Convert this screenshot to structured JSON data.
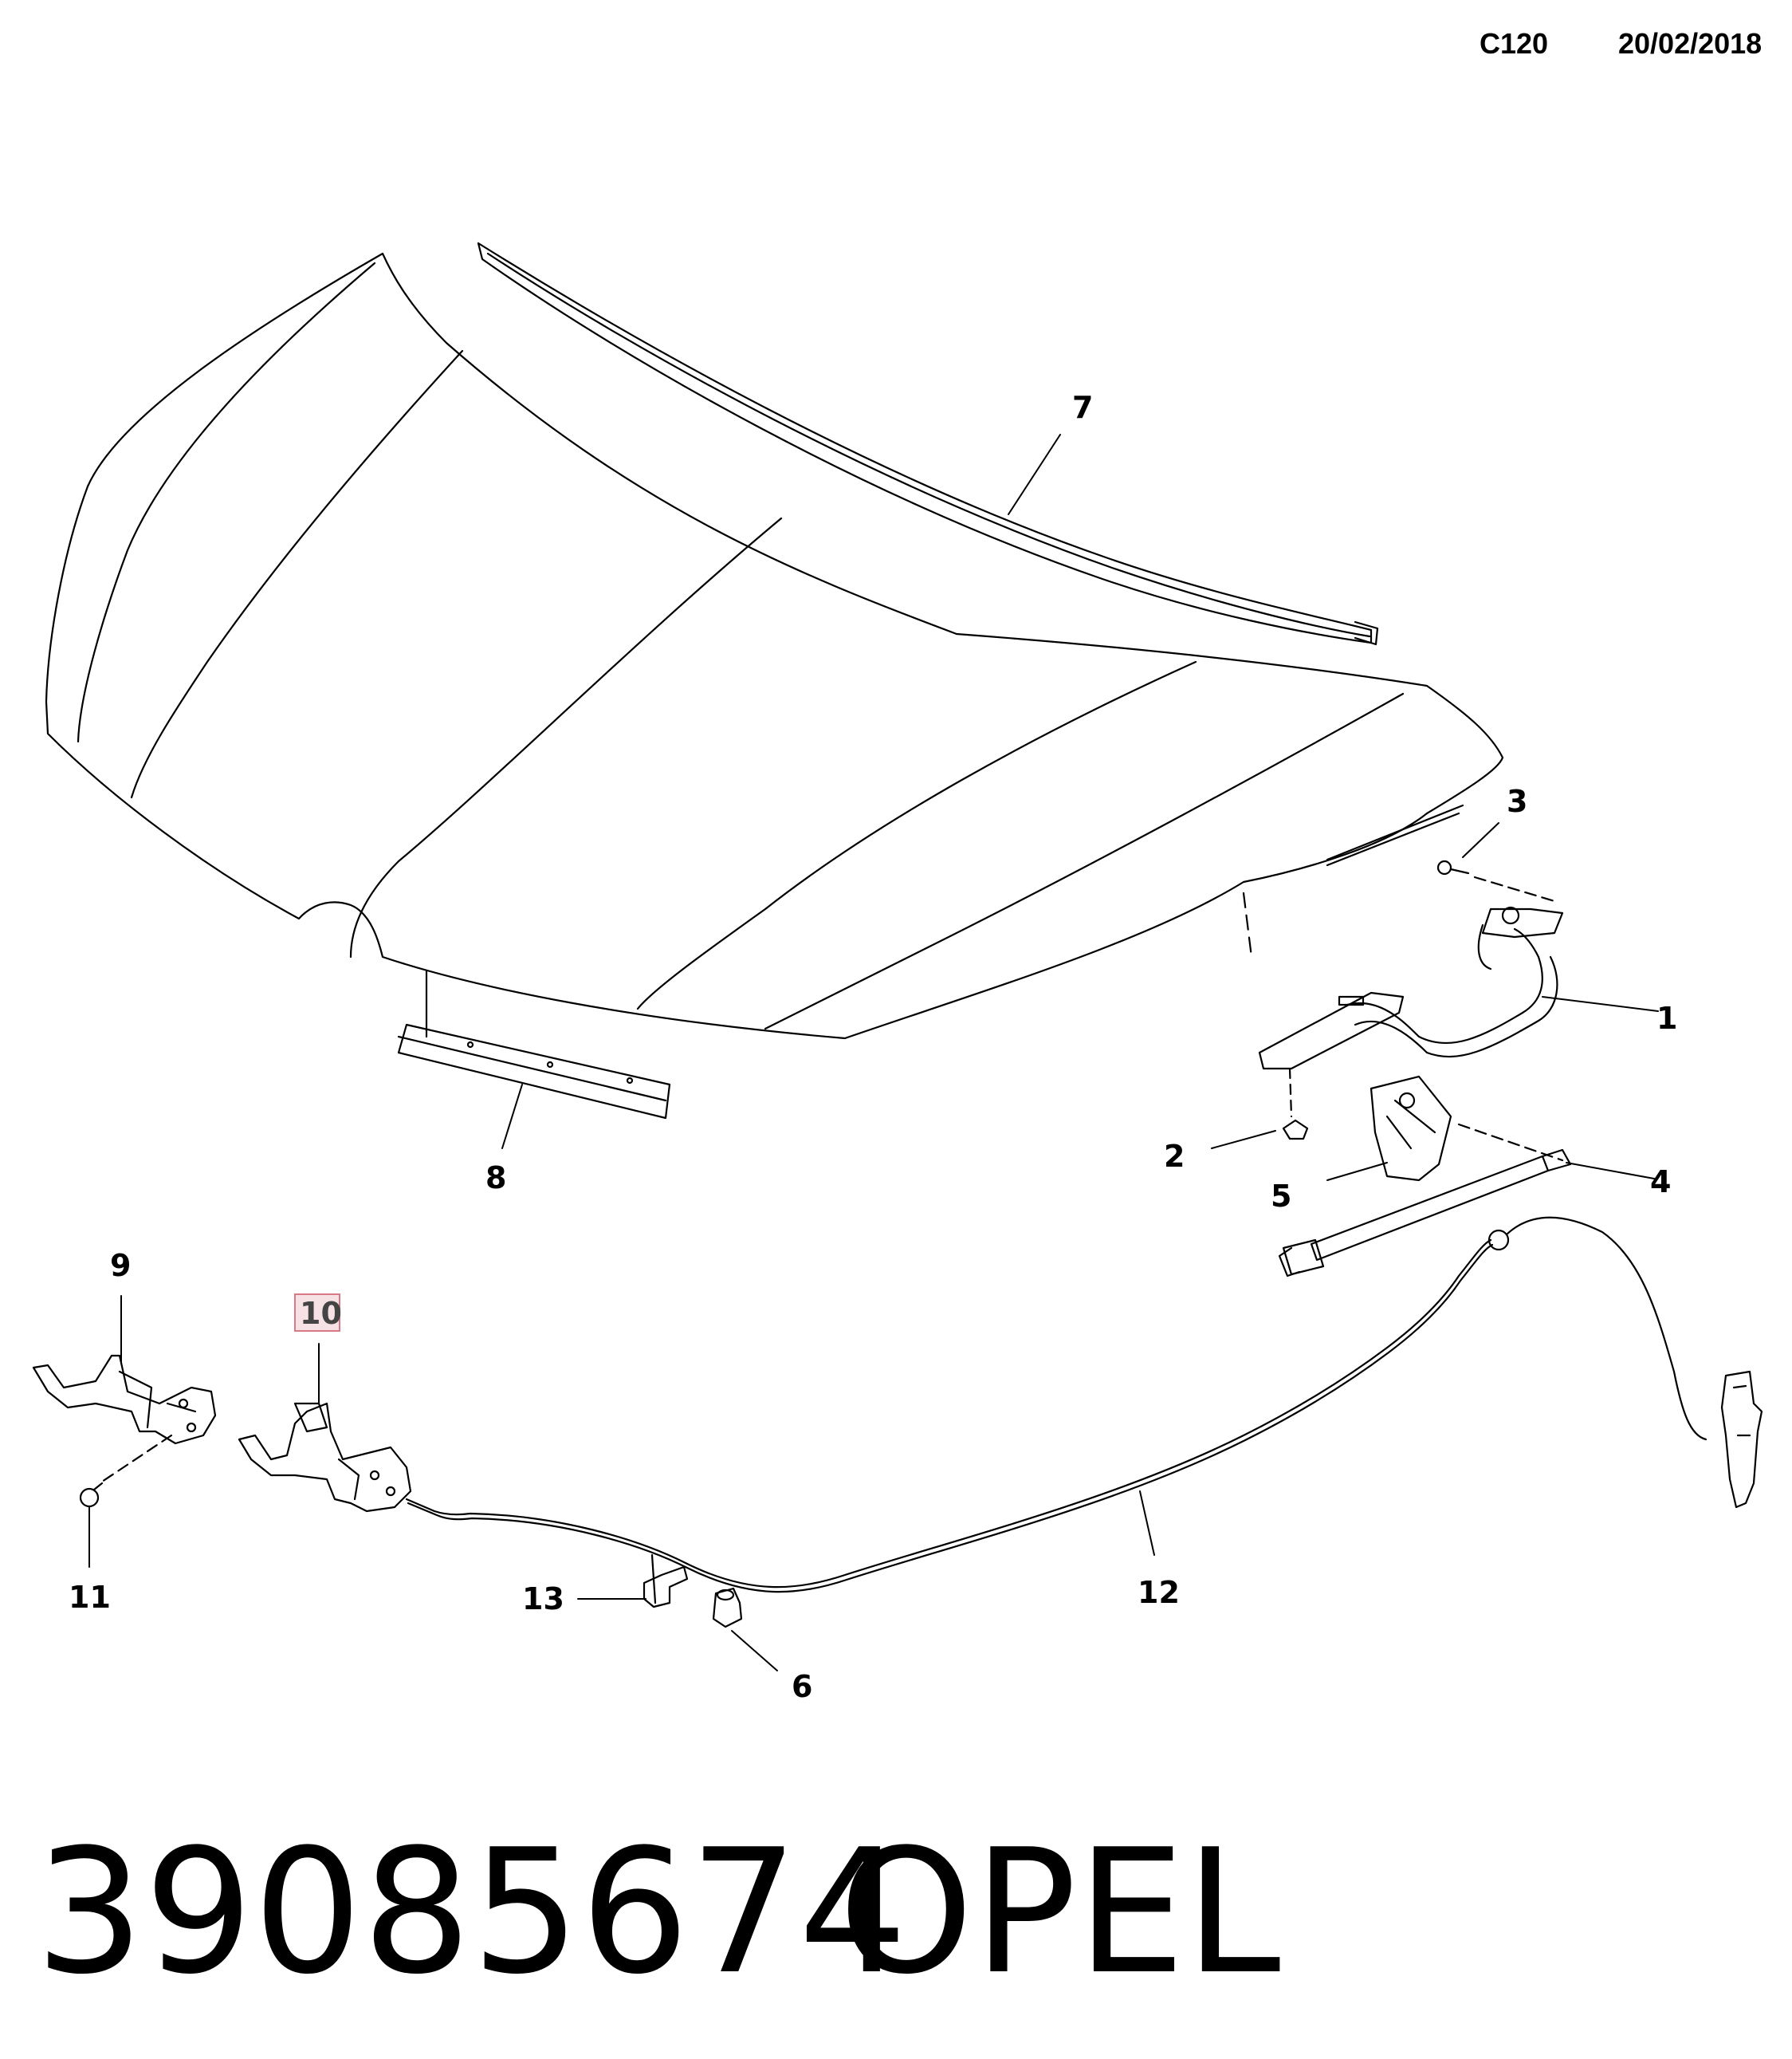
{
  "header": {
    "code": "C120",
    "date": "20/02/2018"
  },
  "callouts": {
    "c1": "1",
    "c2": "2",
    "c3": "3",
    "c4": "4",
    "c5": "5",
    "c6": "6",
    "c7": "7",
    "c8": "8",
    "c9": "9",
    "c10": "10",
    "c11": "11",
    "c12": "12",
    "c13": "13"
  },
  "highlighted_callout": "10",
  "footer": {
    "part_number": "39085674",
    "brand": "OPEL"
  }
}
